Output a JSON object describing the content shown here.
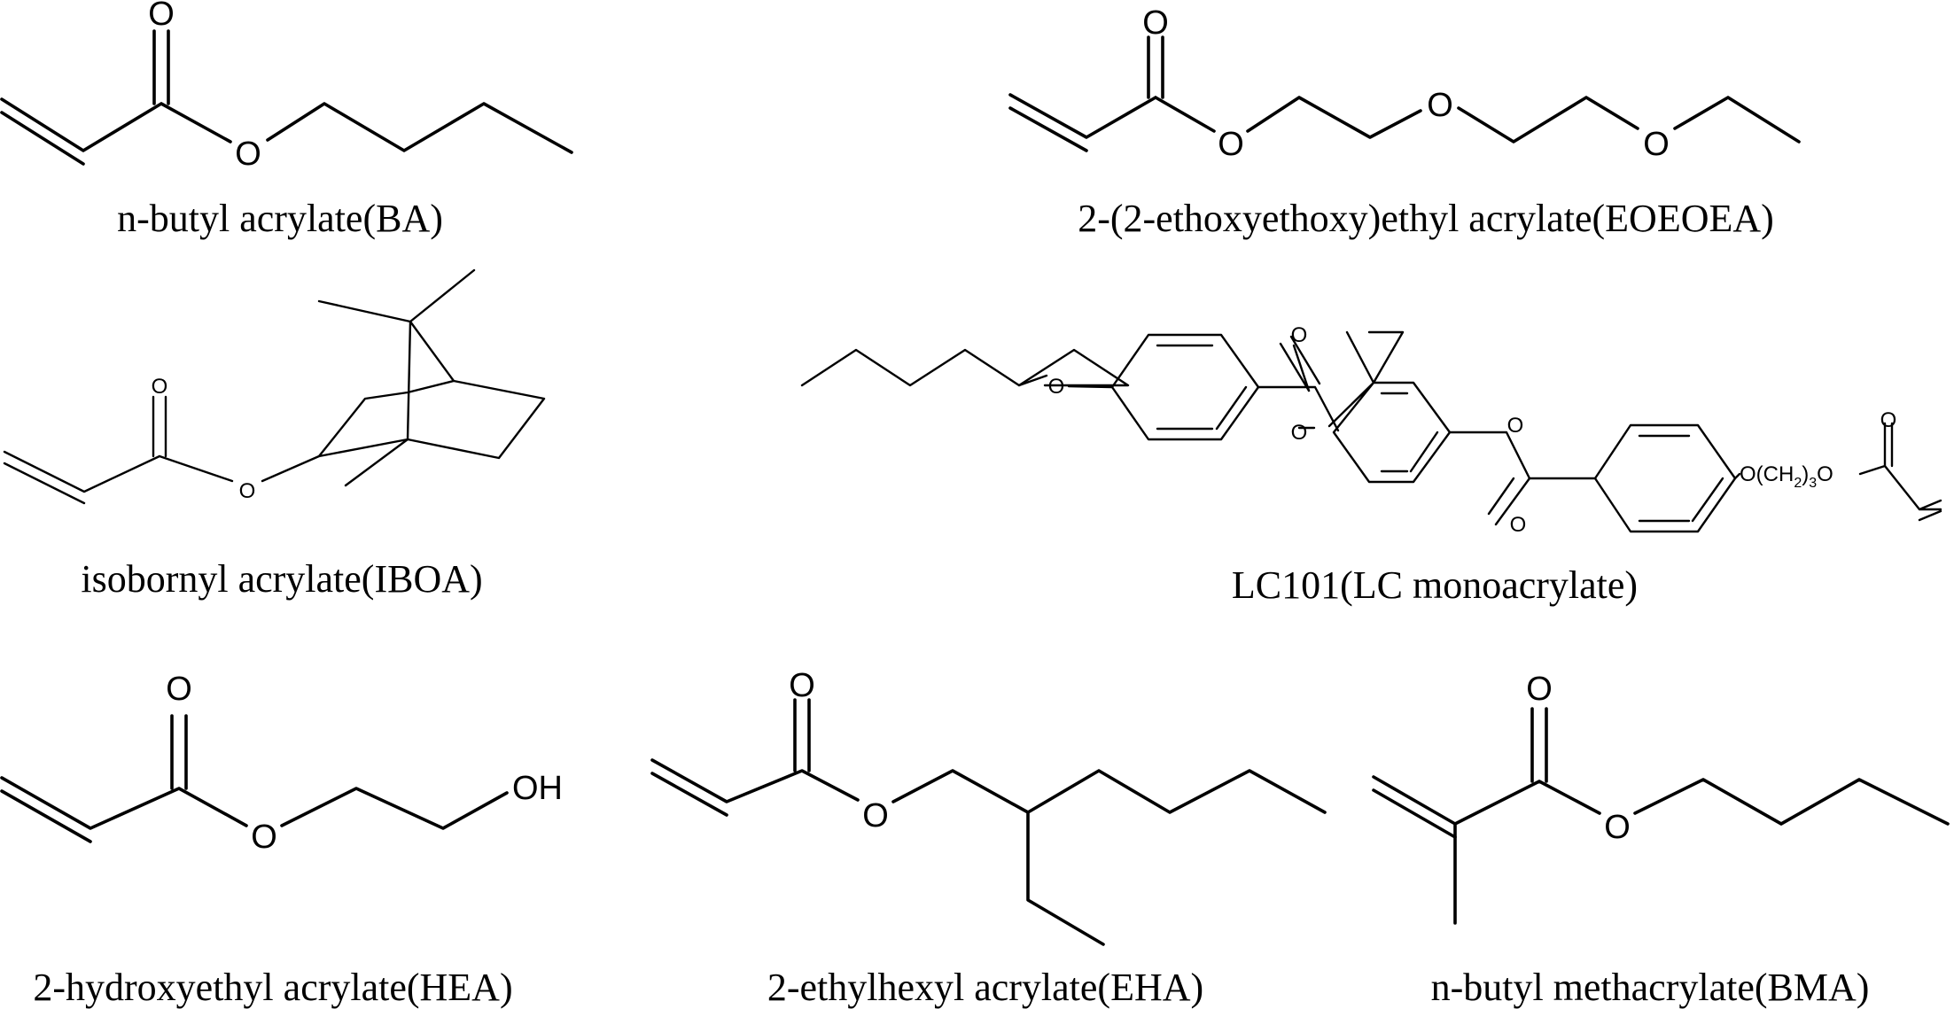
{
  "compounds": [
    {
      "caption": "n-butyl acrylate(BA)",
      "atoms": {
        "o_carbonyl": "O",
        "o_ester": "O"
      }
    },
    {
      "caption": "2-(2-ethoxyethoxy)ethyl acrylate(EOEOEA)",
      "atoms": {
        "o_carbonyl": "O",
        "o_ester": "O",
        "o_ether1": "O",
        "o_ether2": "O"
      }
    },
    {
      "caption": "isobornyl acrylate(IBOA)",
      "atoms": {
        "o_carbonyl": "O",
        "o_ester": "O"
      }
    },
    {
      "caption": "LC101(LC monoacrylate)",
      "atoms": {
        "o_ether": "O",
        "o_carbonyl1": "O",
        "o_ester1": "O",
        "o_ester2": "O",
        "o_carbonyl2": "O",
        "spacer_o1": "O(CH",
        "spacer_sub2": "2",
        "spacer_mid": ")",
        "spacer_sub3": "3",
        "spacer_o2": "O",
        "o_carbonyl3": "O"
      }
    },
    {
      "caption": "2-hydroxyethyl acrylate(HEA)",
      "atoms": {
        "o_carbonyl": "O",
        "o_ester": "O",
        "oh": "OH"
      }
    },
    {
      "caption": "2-ethylhexyl acrylate(EHA)",
      "atoms": {
        "o_carbonyl": "O",
        "o_ester": "O"
      }
    },
    {
      "caption": "n-butyl methacrylate(BMA)",
      "atoms": {
        "o_carbonyl": "O",
        "o_ester": "O"
      }
    }
  ]
}
